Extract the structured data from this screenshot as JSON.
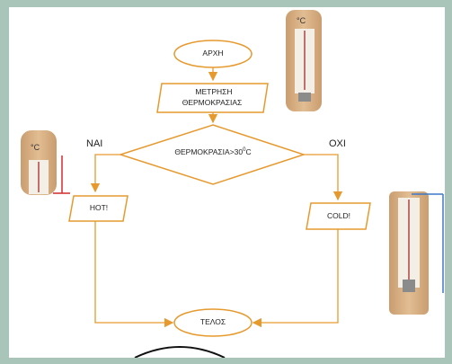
{
  "flowchart": {
    "start": "ΑΡΧΗ",
    "measure_line1": "ΜΕΤΡΗΣΗ",
    "measure_line2": "ΘΕΡΜΟΚΡΑΣΙΑΣ",
    "decision_text": "ΘΕΡΜΟΚΡΑΣΙΑ>30",
    "decision_sup": "0",
    "decision_unit": "C",
    "yes_label": "ΝΑΙ",
    "no_label": "ΟΧΙ",
    "hot_output": "HOT!",
    "cold_output": "COLD!",
    "end": "ΤΕΛΟΣ"
  },
  "thermometers": {
    "unit": "°C"
  },
  "colors": {
    "shape_stroke": "#e69a2e",
    "arrow": "#e69a2e",
    "wood": "#dcb48a",
    "slide_bg": "#a9c4b8",
    "red_indicator": "#d22c2c",
    "blue_indicator": "#3c78c8"
  }
}
